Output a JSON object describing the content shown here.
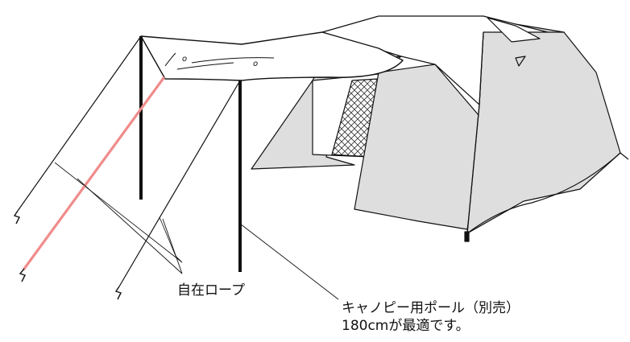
{
  "labels": {
    "rope": "自在ロープ",
    "pole_line1": "キャノピー用ポール（別売）",
    "pole_line2": "180cmが最適です。"
  },
  "annotations": {
    "canopy_mark_1": "o",
    "canopy_mark_2": "o"
  },
  "colors": {
    "line": "#111111",
    "tent_fill": "#dedede",
    "canopy_fill": "#ffffff",
    "highlight_rope": "#f08c8c",
    "mesh": "#333333"
  }
}
